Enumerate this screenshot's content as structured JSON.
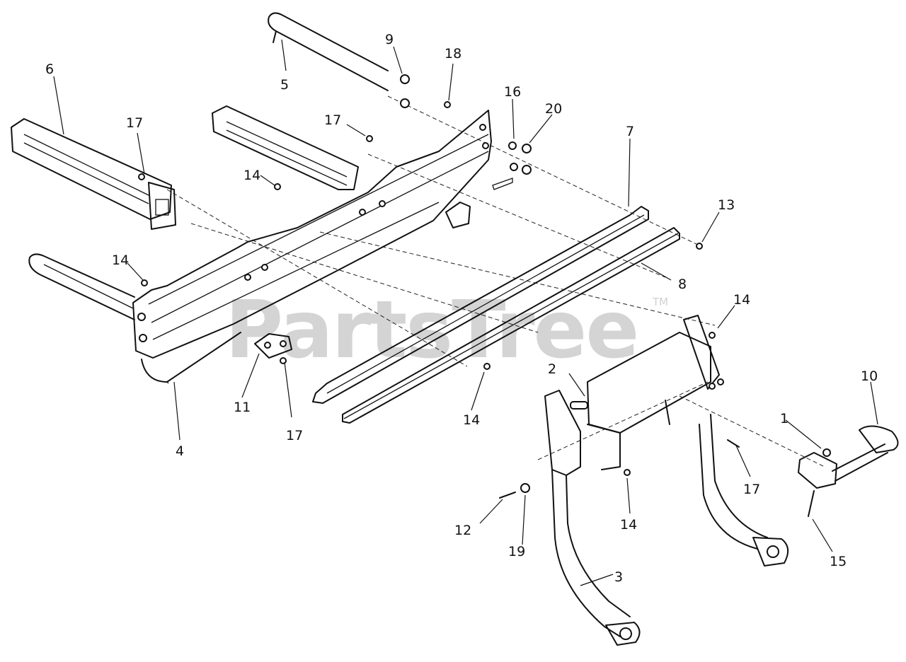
{
  "watermark": {
    "text": "PartsTree",
    "mark": "TM"
  },
  "callouts": [
    {
      "id": "c1",
      "label": "1"
    },
    {
      "id": "c2",
      "label": "2"
    },
    {
      "id": "c3",
      "label": "3"
    },
    {
      "id": "c4",
      "label": "4"
    },
    {
      "id": "c5",
      "label": "5"
    },
    {
      "id": "c6",
      "label": "6"
    },
    {
      "id": "c7",
      "label": "7"
    },
    {
      "id": "c8",
      "label": "8"
    },
    {
      "id": "c9",
      "label": "9"
    },
    {
      "id": "c10",
      "label": "10"
    },
    {
      "id": "c11",
      "label": "11"
    },
    {
      "id": "c12",
      "label": "12"
    },
    {
      "id": "c13",
      "label": "13"
    },
    {
      "id": "c14a",
      "label": "14"
    },
    {
      "id": "c14b",
      "label": "14"
    },
    {
      "id": "c14c",
      "label": "14"
    },
    {
      "id": "c14d",
      "label": "14"
    },
    {
      "id": "c14e",
      "label": "14"
    },
    {
      "id": "c15",
      "label": "15"
    },
    {
      "id": "c16",
      "label": "16"
    },
    {
      "id": "c17a",
      "label": "17"
    },
    {
      "id": "c17b",
      "label": "17"
    },
    {
      "id": "c17c",
      "label": "17"
    },
    {
      "id": "c17d",
      "label": "17"
    },
    {
      "id": "c18",
      "label": "18"
    },
    {
      "id": "c19",
      "label": "19"
    },
    {
      "id": "c20",
      "label": "20"
    }
  ]
}
